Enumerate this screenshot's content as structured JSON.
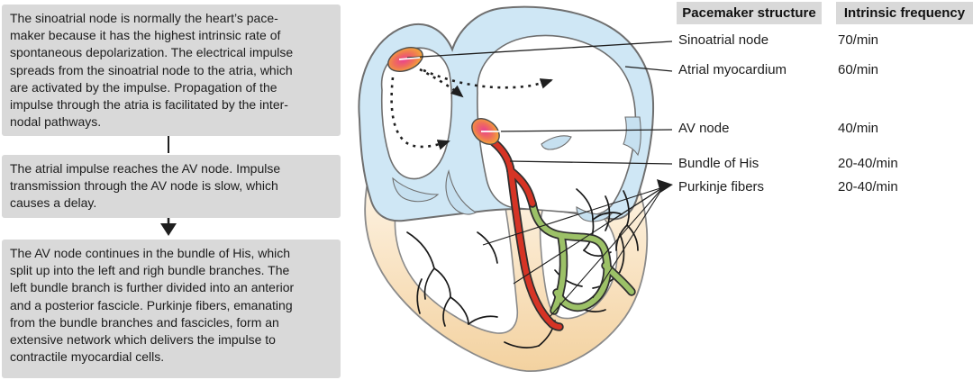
{
  "figure": {
    "left_panel": {
      "boxes": [
        {
          "lines": [
            "The sinoatrial node is normally the heart’s pace-",
            "maker because it has the highest intrinsic rate of",
            "spontaneous depolarization. The electrical impulse",
            "spreads from the sinoatrial node to the atria, which",
            "are activated by the impulse. Propagation of the",
            "impulse through the atria is facilitated by the inter-",
            "nodal pathways."
          ]
        },
        {
          "lines": [
            "The atrial impulse reaches the AV node. Impulse",
            "transmission through the AV node is slow, which",
            "causes a delay."
          ]
        },
        {
          "lines": [
            "The AV node continues in the bundle of His, which",
            "split up into the left and righ bundle branches. The",
            "left bundle branch is further divided into an anterior",
            "and a posterior fascicle. Purkinje fibers, emanating",
            "from the bundle branches and fascicles, form an",
            "extensive network which delivers the impulse to",
            "contractile myocardial cells."
          ]
        }
      ]
    },
    "table": {
      "headers": {
        "structure": "Pacemaker structure",
        "frequency": "Intrinsic frequency"
      },
      "rows": [
        {
          "structure": "Sinoatrial node",
          "frequency": "70/min"
        },
        {
          "structure": "Atrial myocardium",
          "frequency": "60/min"
        },
        {
          "structure": "AV node",
          "frequency": "40/min"
        },
        {
          "structure": "Bundle of His",
          "frequency": "20-40/min"
        },
        {
          "structure": "Purkinje fibers",
          "frequency": "20-40/min"
        }
      ]
    },
    "colors": {
      "box_bg": "#d9d9d9",
      "atria_blue": "#cfe7f5",
      "ventricle_peach": "#f5d5a5",
      "bundle_red": "#d63425",
      "bundle_green": "#9cc167",
      "node_orange": "#f3a13a",
      "node_pink": "#e9418f",
      "outline_gray": "#6f6f6f",
      "text": "#1c1c1c"
    }
  }
}
